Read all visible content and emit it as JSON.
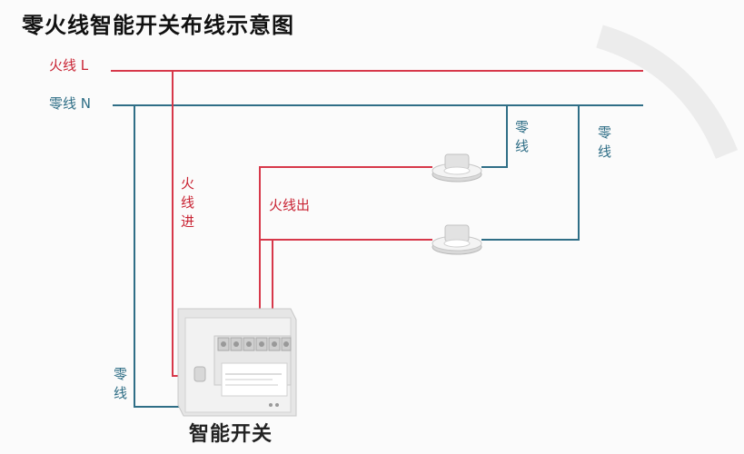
{
  "title": "零火线智能开关布线示意图",
  "labels": {
    "live_main": "火线 L",
    "neutral_main": "零线 N",
    "live_in": "火线进",
    "live_out": "火线出",
    "neutral_lamp1": "零线",
    "neutral_lamp2": "零线",
    "neutral_switch": "零线",
    "switch_caption": "智能开关"
  },
  "colors": {
    "live": "#d7384a",
    "neutral": "#2f6e86",
    "live_text": "#c92434",
    "neutral_text": "#2f6e86"
  },
  "components": {
    "lamps": [
      "downlight-icon",
      "downlight-icon"
    ],
    "switch": "wall-switch-icon"
  }
}
